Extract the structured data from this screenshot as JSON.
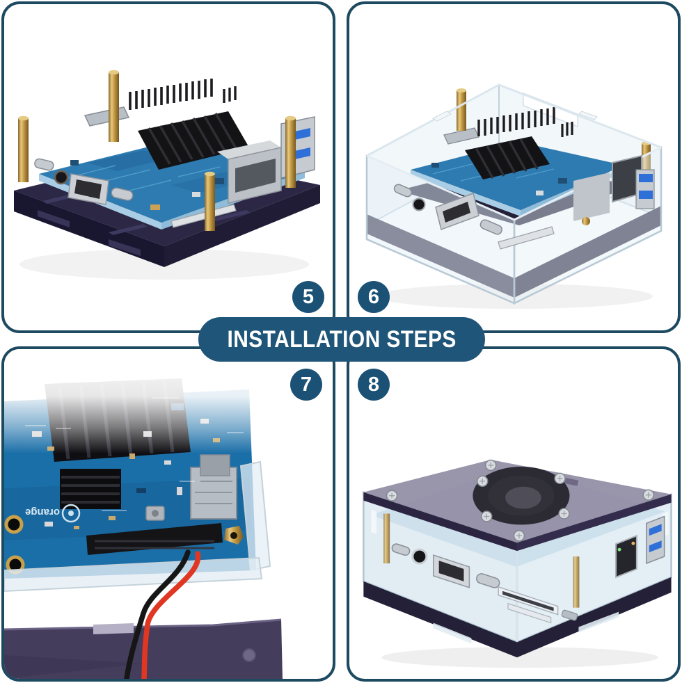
{
  "banner": {
    "title": "INSTALLATION STEPS"
  },
  "steps": [
    {
      "number": "5",
      "alt": "board mounted on acrylic bottom plate with four brass standoffs"
    },
    {
      "number": "6",
      "alt": "board enclosed by clear acrylic side walls, top open"
    },
    {
      "number": "7",
      "alt": "close-up of fan wires plugged into GPIO header pins"
    },
    {
      "number": "8",
      "alt": "fully assembled case with smoked top plate and cooling fan"
    }
  ],
  "board_logo": "orange",
  "colors": {
    "accent_blue": "#1f5578",
    "badge_blue": "#1b5174",
    "panel_border": "#1d4a61",
    "pcb_blue": "#2d7bb1",
    "brass": "#c49a44",
    "acrylic_edge": "#b8c9d4",
    "base_plate_navy": "#232038",
    "fan_plate_purple": "#453d5c",
    "usb3_blue": "#2f6fd8",
    "wire_red": "#e03722",
    "wire_black": "#161616"
  }
}
